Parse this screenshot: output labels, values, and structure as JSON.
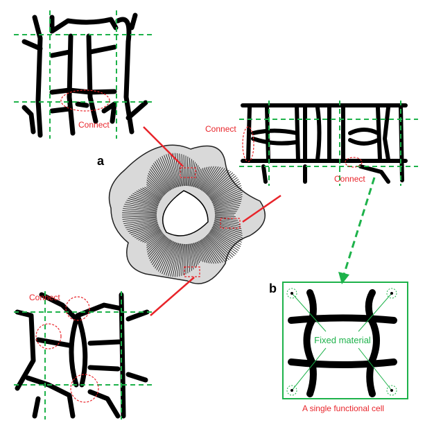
{
  "labels": {
    "a": "a",
    "b": "b"
  },
  "top_left": {
    "connect": "Connect"
  },
  "top_right": {
    "connect_left": "Connect",
    "connect_bottom": "Connect"
  },
  "bottom_left": {
    "connect": "Connect"
  },
  "cell": {
    "fixed": "Fixed material",
    "caption": "A single functional cell"
  },
  "colors": {
    "grid": "#1db24a",
    "connect": "#e8242a",
    "strut": "#000000"
  }
}
